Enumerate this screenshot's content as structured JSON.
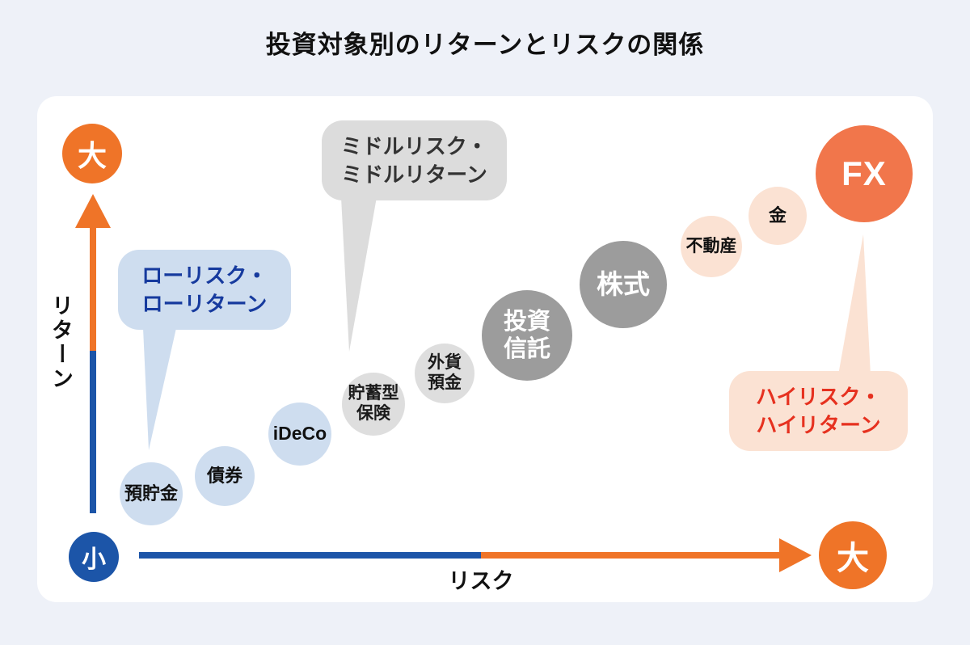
{
  "title": "投資対象別のリターンとリスクの関係",
  "axes": {
    "y_label": "リターン",
    "x_label": "リスク",
    "y_max_label": "大",
    "x_max_label": "大",
    "origin_label": "小"
  },
  "callouts": {
    "low": {
      "line1": "ローリスク・",
      "line2": "ローリターン"
    },
    "mid": {
      "line1": "ミドルリスク・",
      "line2": "ミドルリターン"
    },
    "high": {
      "line1": "ハイリスク・",
      "line2": "ハイリターン"
    }
  },
  "items": [
    {
      "label": "預貯金",
      "line1": "預貯金",
      "line2": "",
      "group": "ローリスク・ローリターン"
    },
    {
      "label": "債券",
      "line1": "債券",
      "line2": "",
      "group": "ローリスク・ローリターン"
    },
    {
      "label": "iDeCo",
      "line1": "iDeCo",
      "line2": "",
      "group": "ローリスク・ローリターン"
    },
    {
      "label": "貯蓄型保険",
      "line1": "貯蓄型",
      "line2": "保険",
      "group": "ミドルリスク・ミドルリターン"
    },
    {
      "label": "外貨預金",
      "line1": "外貨",
      "line2": "預金",
      "group": "ミドルリスク・ミドルリターン"
    },
    {
      "label": "投資信託",
      "line1": "投資",
      "line2": "信託",
      "group": "ミドルリスク・ミドルリターン"
    },
    {
      "label": "株式",
      "line1": "株式",
      "line2": "",
      "group": "ミドルリスク・ミドルリターン"
    },
    {
      "label": "不動産",
      "line1": "不動産",
      "line2": "",
      "group": "ハイリスク・ハイリターン"
    },
    {
      "label": "金",
      "line1": "金",
      "line2": "",
      "group": "ハイリスク・ハイリターン"
    },
    {
      "label": "FX",
      "line1": "FX",
      "line2": "",
      "group": "ハイリスク・ハイリターン"
    }
  ],
  "colors": {
    "background": "#EEF1F8",
    "card": "#FFFFFF",
    "orange": "#EF7428",
    "fx_orange": "#F1764B",
    "blue": "#1C55A8",
    "light_blue": "#CEDDEF",
    "blue_text": "#163A9E",
    "gray_bubble": "#DCDCDC",
    "gray_circle_light": "#DEDEDE",
    "gray_circle_dark": "#9C9C9C",
    "peach": "#FBE2D3",
    "red_text": "#E6311F",
    "title_text": "#111111"
  },
  "chart_data": {
    "type": "scatter",
    "title": "投資対象別のリターンとリスクの関係",
    "xlabel": "リスク",
    "ylabel": "リターン",
    "x_axis_range_labels": [
      "小",
      "大"
    ],
    "y_axis_range_labels": [
      "小",
      "大"
    ],
    "legend_position": "none",
    "grid": false,
    "points": [
      {
        "label": "預貯金",
        "risk": 1,
        "return": 1,
        "group": "ローリスク・ローリターン"
      },
      {
        "label": "債券",
        "risk": 2,
        "return": 2,
        "group": "ローリスク・ローリターン"
      },
      {
        "label": "iDeCo",
        "risk": 3,
        "return": 3,
        "group": "ローリスク・ローリターン"
      },
      {
        "label": "貯蓄型保険",
        "risk": 4,
        "return": 4,
        "group": "ミドルリスク・ミドルリターン"
      },
      {
        "label": "外貨預金",
        "risk": 5,
        "return": 5,
        "group": "ミドルリスク・ミドルリターン"
      },
      {
        "label": "投資信託",
        "risk": 6,
        "return": 6,
        "group": "ミドルリスク・ミドルリターン"
      },
      {
        "label": "株式",
        "risk": 7,
        "return": 7,
        "group": "ミドルリスク・ミドルリターン"
      },
      {
        "label": "不動産",
        "risk": 8,
        "return": 8,
        "group": "ハイリスク・ハイリターン"
      },
      {
        "label": "金",
        "risk": 9,
        "return": 9,
        "group": "ハイリスク・ハイリターン"
      },
      {
        "label": "FX",
        "risk": 10,
        "return": 10,
        "group": "ハイリスク・ハイリターン"
      }
    ]
  }
}
